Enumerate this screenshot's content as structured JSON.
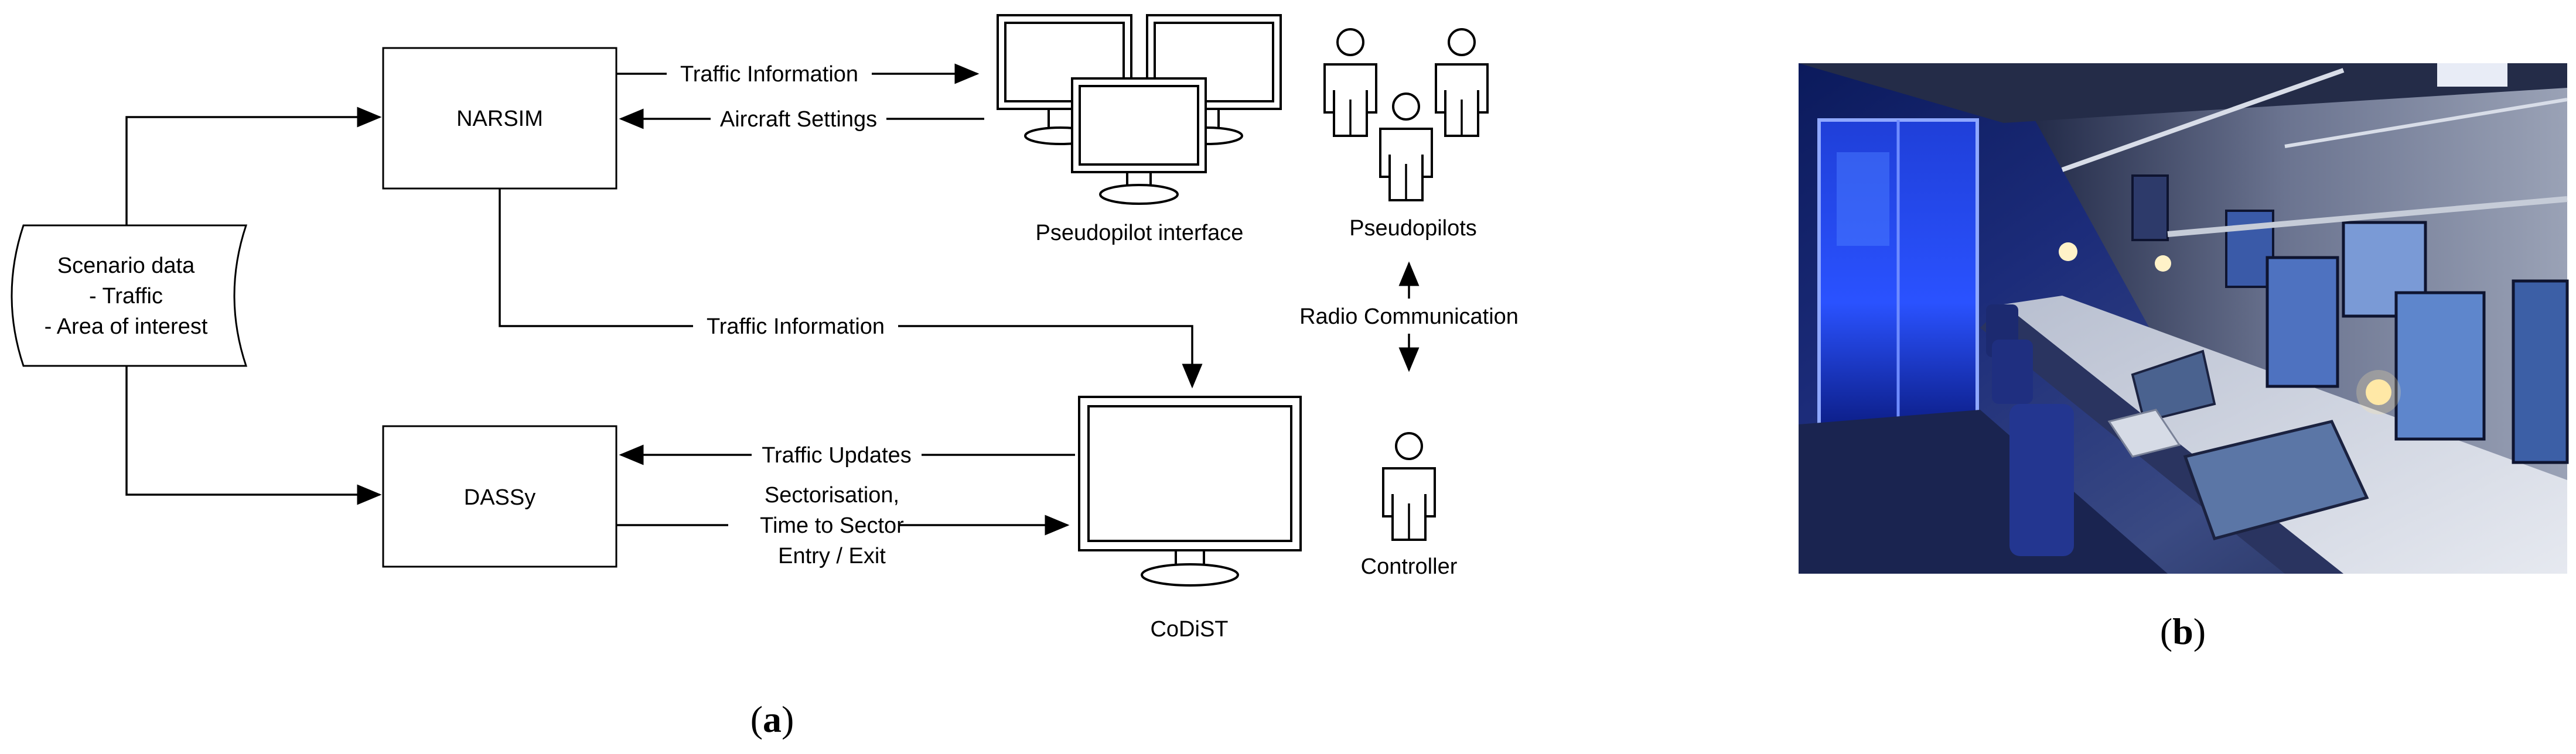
{
  "panel_a": {
    "caption_open": "(",
    "caption_letter": "a",
    "caption_close": ")",
    "scenario": {
      "line1": "Scenario data",
      "line2": "- Traffic",
      "line3": "- Area of interest"
    },
    "narsim": "NARSIM",
    "dassy": "DASSy",
    "pseudopilot_interface": "Pseudopilot interface",
    "pseudopilots": "Pseudopilots",
    "controller": "Controller",
    "codist": "CoDiST",
    "radio_communication": "Radio Communication",
    "arrows": {
      "traffic_information_top": "Traffic Information",
      "aircraft_settings": "Aircraft Settings",
      "traffic_information_mid": "Traffic Information",
      "traffic_updates": "Traffic Updates",
      "sectorisation_line1": "Sectorisation,",
      "sectorisation_line2": "Time to Sector",
      "sectorisation_line3": "Entry / Exit"
    }
  },
  "panel_b": {
    "caption_open": "(",
    "caption_letter": "b",
    "caption_close": ")",
    "photo_icon": "air-traffic-control-simulator-room-photo"
  }
}
